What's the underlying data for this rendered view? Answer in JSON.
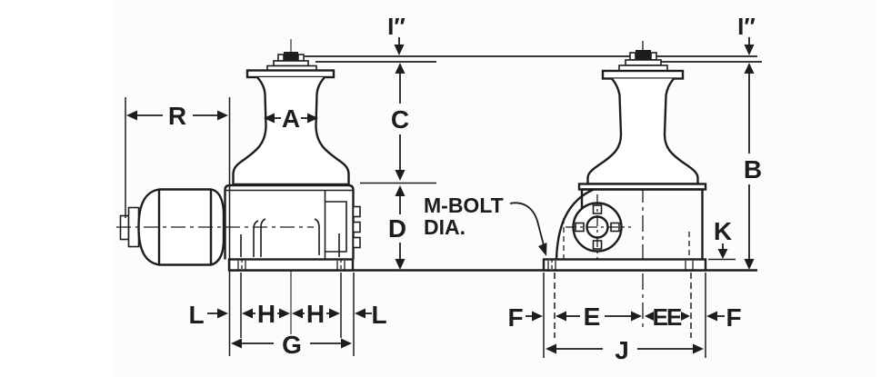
{
  "drawing": {
    "description": "Vertical capstan winch dimensional outline drawing, two orthographic views",
    "ink_color": "#1d1d1b",
    "paper_color": "#fcfcfa",
    "left_view": {
      "dims": {
        "i": "I″",
        "r": "R",
        "a": "A",
        "c": "C",
        "d": "D",
        "l1": "L",
        "h1": "H",
        "h2": "H",
        "l2": "L",
        "g": "G"
      }
    },
    "right_view": {
      "dims": {
        "i": "I″",
        "b": "B",
        "k": "K",
        "f1": "F",
        "e": "E",
        "ee": "EE",
        "f2": "F",
        "j": "J"
      },
      "callout": {
        "line1": "M-BOLT",
        "line2": "DIA."
      }
    }
  }
}
